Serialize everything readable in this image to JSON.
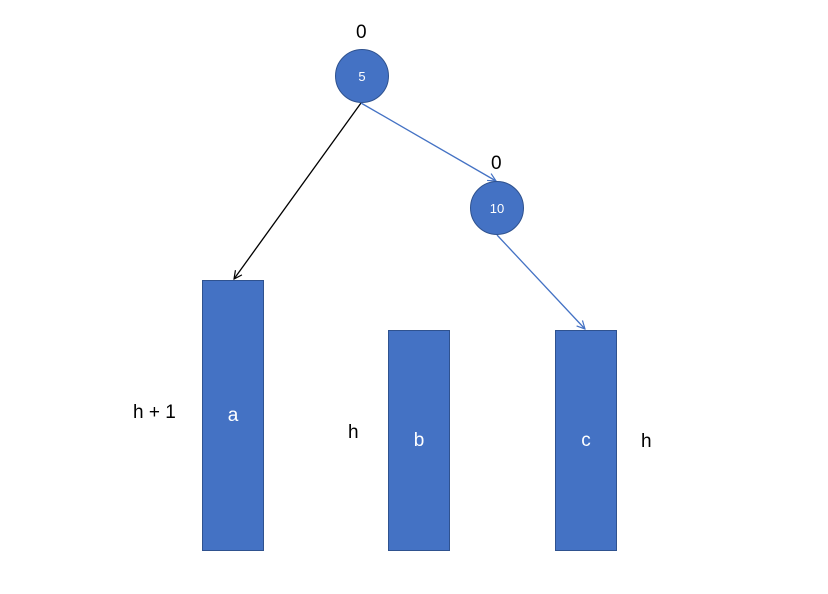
{
  "colors": {
    "fill": "#4472c4",
    "outline": "#2f528f",
    "edge_left": "#000000",
    "edge_right": "#4472c4"
  },
  "nodes": {
    "root": {
      "key": "5",
      "balance": "0"
    },
    "right": {
      "key": "10",
      "balance": "0"
    }
  },
  "subtrees": {
    "a": {
      "name": "a",
      "height": "h + 1"
    },
    "b": {
      "name": "b",
      "height": "h"
    },
    "c": {
      "name": "c",
      "height": "h"
    }
  }
}
